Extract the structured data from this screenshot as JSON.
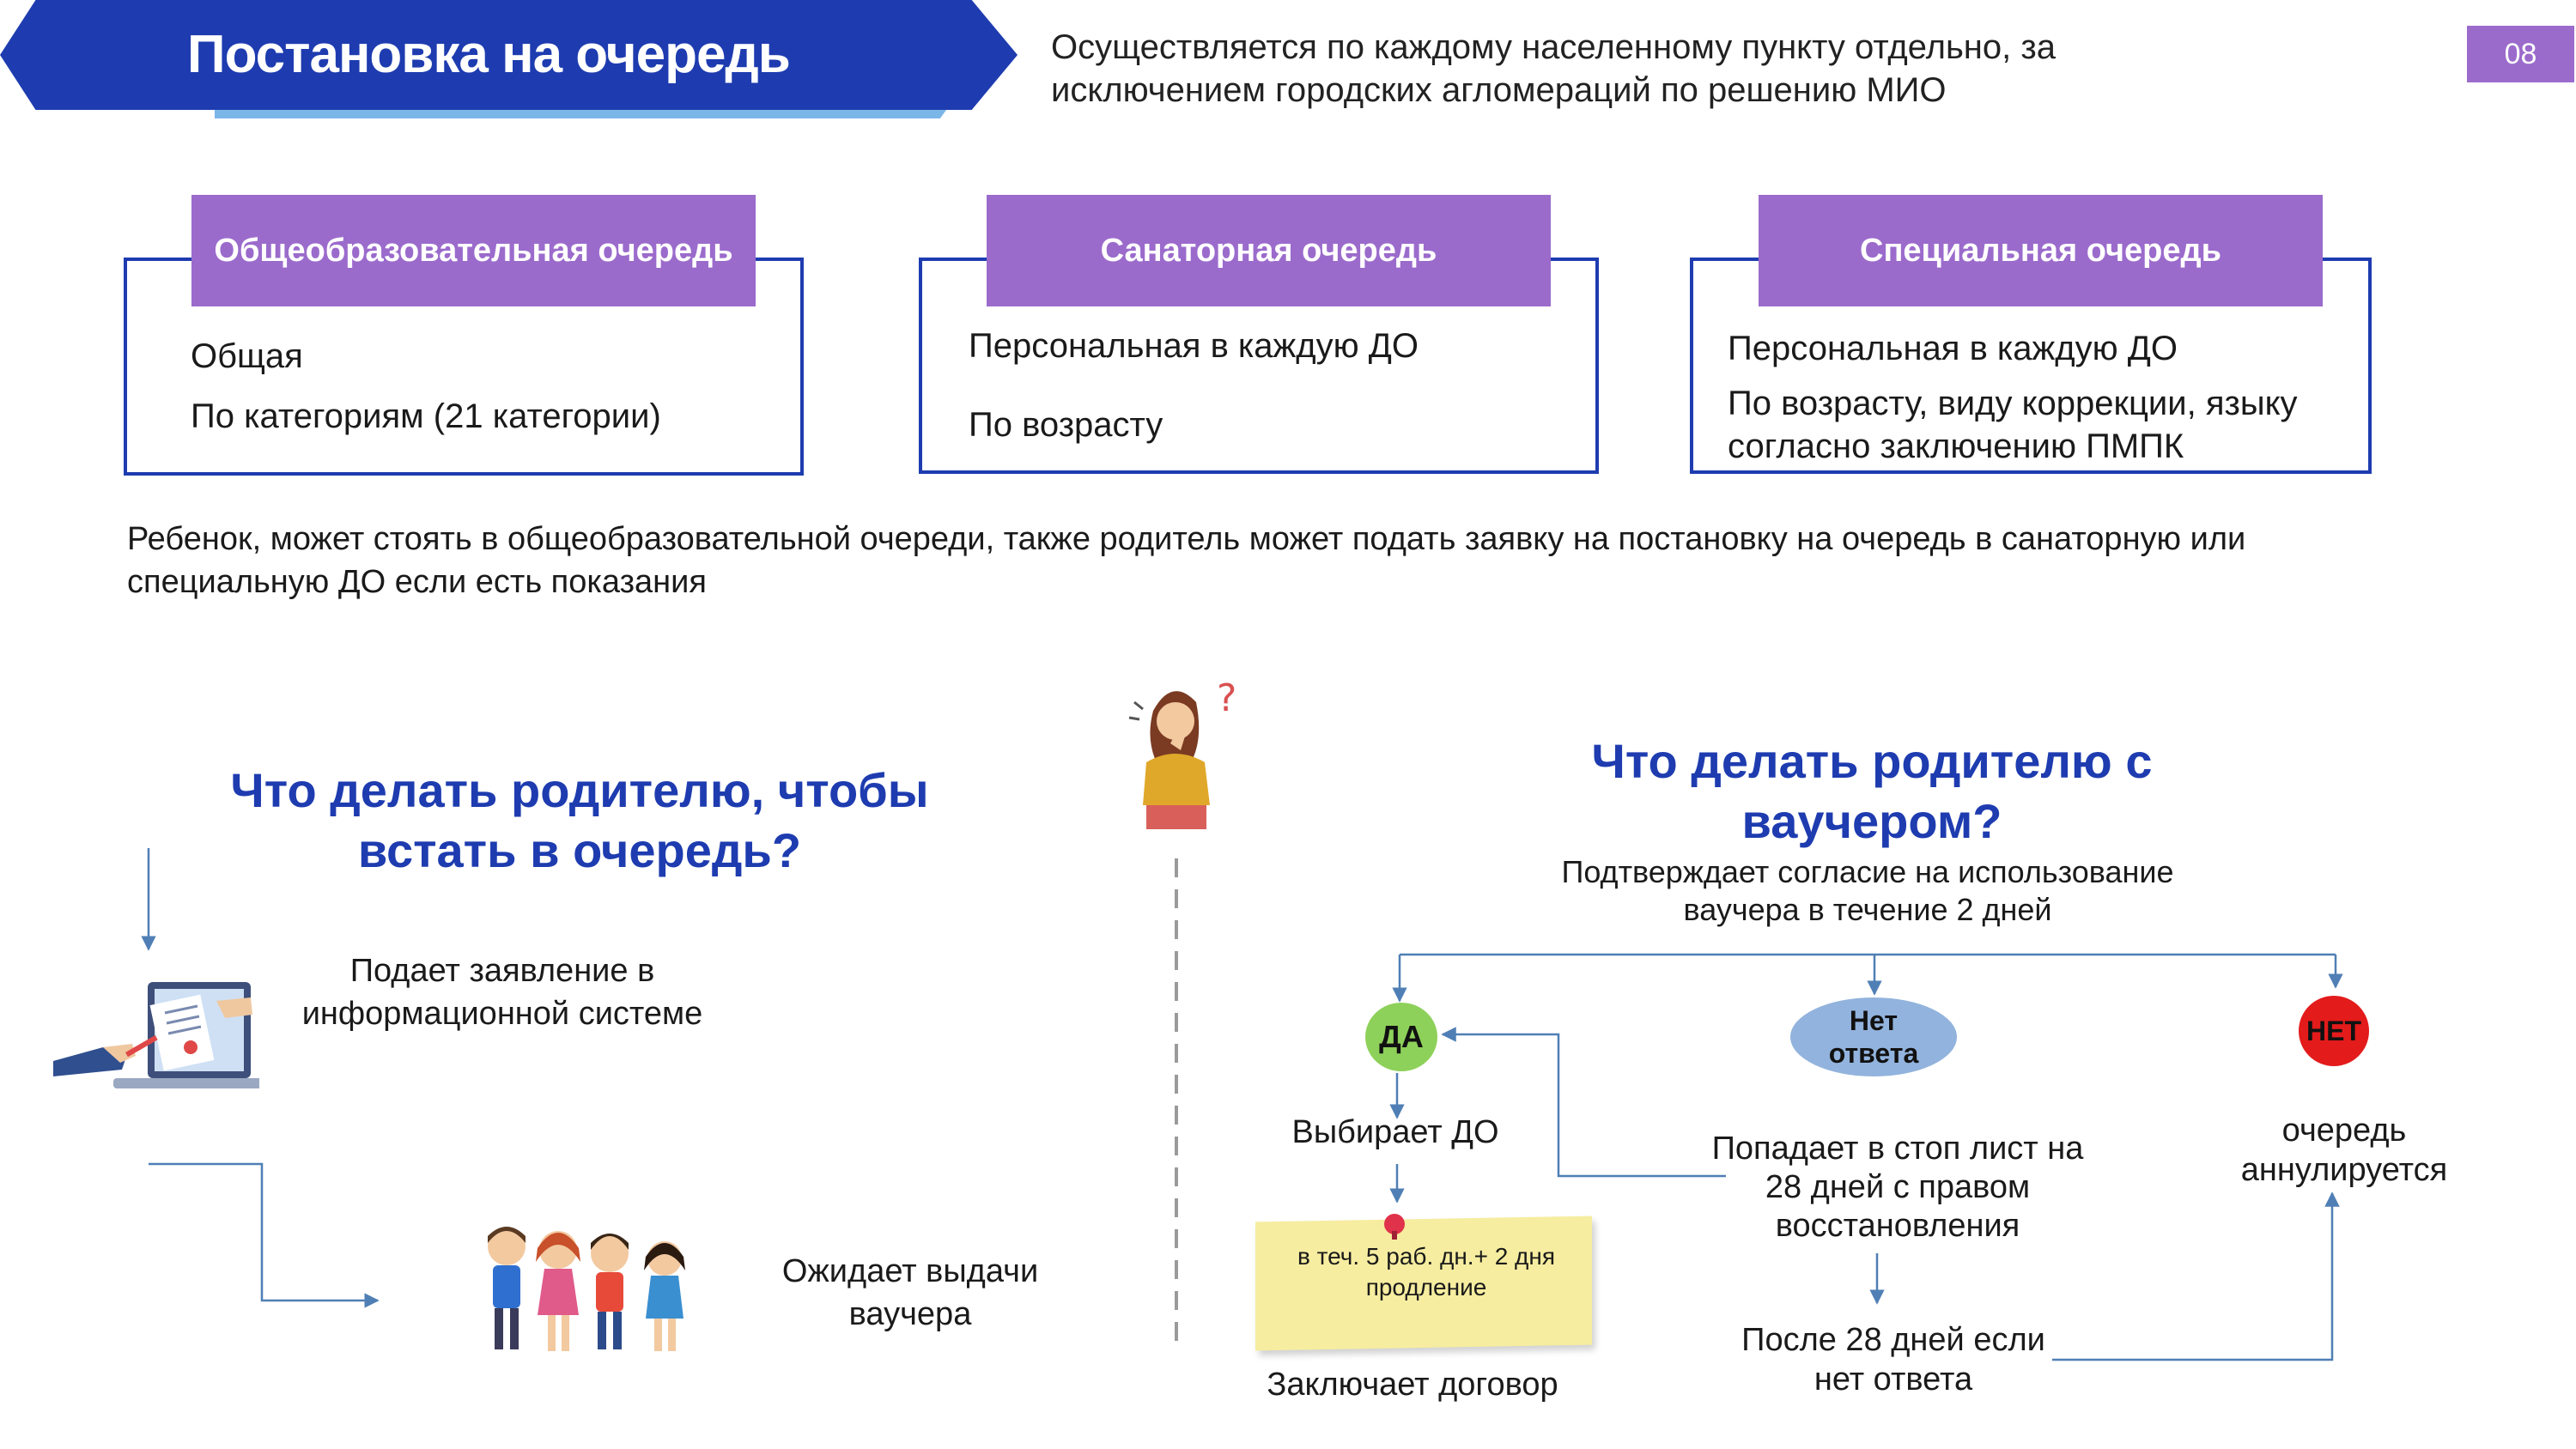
{
  "header": {
    "title": "Постановка на очередь",
    "intro": "Осуществляется по каждому населенному пункту отдельно, за исключением городских агломераций по решению МИО",
    "page_number": "08"
  },
  "queues": [
    {
      "title": "Общеобразовательная очередь",
      "line1": "Общая",
      "line2": "По категориям (21 категории)"
    },
    {
      "title": "Санаторная очередь",
      "line1": "Персональная в каждую ДО",
      "line2": "По возрасту"
    },
    {
      "title": "Специальная очередь",
      "line1": "Персональная в каждую ДО",
      "line2": "По возрасту, виду коррекции, языку согласно заключению ПМПК"
    }
  ],
  "note": "Ребенок, может стоять в общеобразовательной очереди, также родитель может подать заявку на постановку на очередь в санаторную или специальную ДО если есть показания",
  "left_section": {
    "heading": "Что делать родителю, чтобы встать в очередь?",
    "step1": "Подает заявление в информационной системе",
    "step2": "Ожидает выдачи ваучера"
  },
  "right_section": {
    "heading": "Что делать родителю с ваучером?",
    "subheading": "Подтверждает согласие на использование ваучера в течение 2 дней",
    "yes_label": "ДА",
    "noanswer_label": "Нет ответа",
    "no_label": "НЕТ",
    "yes_step": "Выбирает ДО",
    "sticky_note": "в теч. 5 раб. дн.+ 2 дня продление",
    "contract": "Заключает договор",
    "stoplist": "Попадает в стоп лист на 28 дней с правом восстановления",
    "after28": "После 28 дней если нет ответа",
    "cancelled": "очередь аннулируется"
  },
  "colors": {
    "banner": "#1e3cb0",
    "accent_purple": "#9b6bcc",
    "heading_blue": "#1e3cb0",
    "yes_green": "#8ed15a",
    "noanswer_blue": "#92b3dd",
    "no_red": "#e31b1b",
    "arrow": "#4f7fb5"
  }
}
